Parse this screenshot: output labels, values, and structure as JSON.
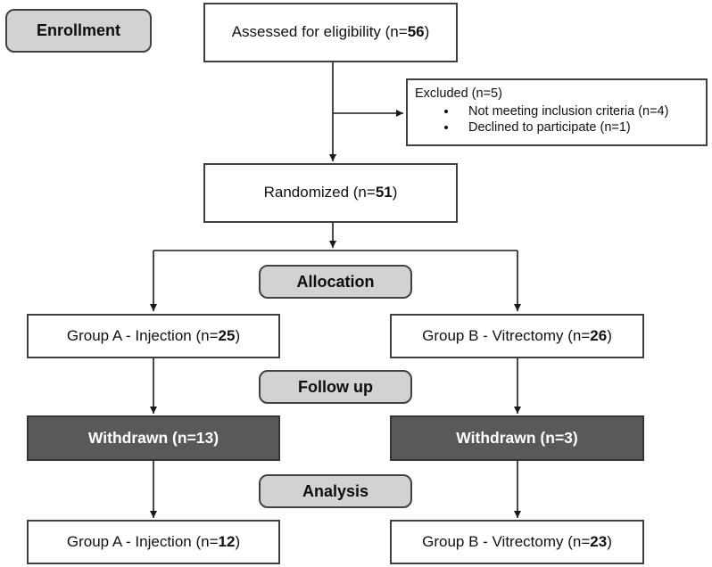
{
  "stages": {
    "enrollment": "Enrollment",
    "allocation": "Allocation",
    "followup": "Follow up",
    "analysis": "Analysis"
  },
  "boxes": {
    "assessed": {
      "prefix": "Assessed for eligibility (n=",
      "n": "56",
      "suffix": ")"
    },
    "excluded": {
      "title": "Excluded (n=5)",
      "items": [
        "Not meeting inclusion criteria (n=4)",
        "Declined to participate (n=1)"
      ]
    },
    "randomized": {
      "prefix": "Randomized (n=",
      "n": "51",
      "suffix": ")"
    },
    "group_a_alloc": {
      "prefix": "Group A - Injection (n=",
      "n": "25",
      "suffix": ")"
    },
    "group_b_alloc": {
      "prefix": "Group B - Vitrectomy (n=",
      "n": "26",
      "suffix": ")"
    },
    "withdrawn_a": "Withdrawn (n=13)",
    "withdrawn_b": "Withdrawn (n=3)",
    "group_a_analysis": {
      "prefix": "Group A - Injection (n=",
      "n": "12",
      "suffix": ")"
    },
    "group_b_analysis": {
      "prefix": "Group B - Vitrectomy (n=",
      "n": "23",
      "suffix": ")"
    }
  },
  "colors": {
    "background": "#ffffff",
    "stage_badge_fill": "#d2d2d2",
    "withdrawn_fill": "#595959",
    "withdrawn_text": "#ffffff",
    "box_border": "#3f3f3f",
    "connector_line": "#1a1a1a"
  }
}
